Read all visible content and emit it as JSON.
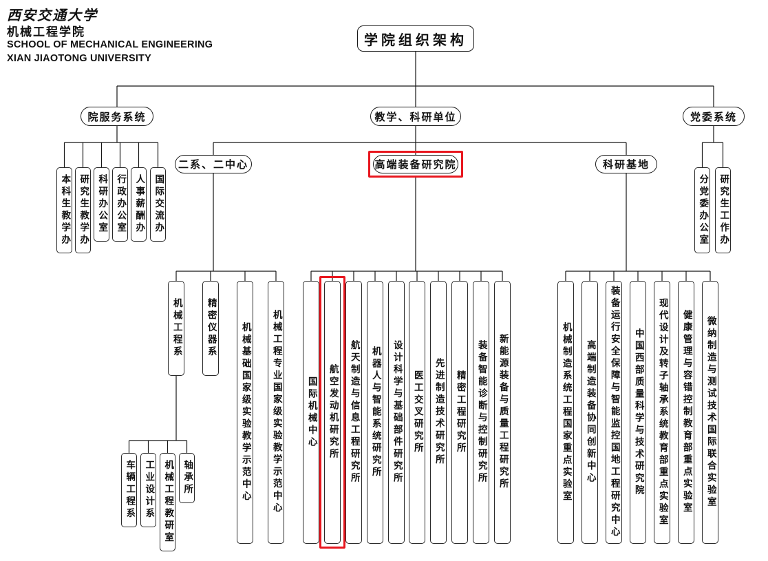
{
  "header": {
    "university_script": "西安交通大学",
    "school_cn": "机械工程学院",
    "school_en": "SCHOOL OF MECHANICAL ENGINEERING",
    "university_en": "XIAN JIAOTONG UNIVERSITY"
  },
  "chart_title": "学院组织架构",
  "colors": {
    "line": "#161616",
    "highlight_red": "#e8171f",
    "background": "#ffffff"
  },
  "org": {
    "service": {
      "label": "院服务系统",
      "children": [
        "本科生教学办",
        "研究生教学办",
        "科研办公室",
        "行政办公室",
        "人事薪酬办",
        "国际交流办"
      ]
    },
    "teaching": {
      "label": "教学、科研单位"
    },
    "party": {
      "label": "党委系统",
      "children": [
        "分党委办公室",
        "研究生工作办"
      ]
    },
    "two_depts": {
      "label": "二系、二中心",
      "children": [
        "机械工程系",
        "精密仪器系",
        "机械基础国家级实验教学示范中心",
        "机械工程专业国家级实验教学示范中心"
      ]
    },
    "mech_dept": {
      "children": [
        "车辆工程系",
        "工业设计系",
        "机械工程教研室",
        "轴承所"
      ]
    },
    "institute": {
      "label": "高端装备研究院",
      "highlighted": true,
      "highlighted_child": "航空发动机研究所",
      "children": [
        "国际机械中心",
        "航空发动机研究所",
        "航天制造与信息工程研究所",
        "机器人与智能系统研究所",
        "设计科学与基础部件研究所",
        "医工交叉研究所",
        "先进制造技术研究所",
        "精密工程研究所",
        "装备智能诊断与控制研究所",
        "新能源装备与质量工程研究所"
      ]
    },
    "bases": {
      "label": "科研基地",
      "children": [
        "机械制造系统工程国家重点实验室",
        "高端制造装备协同创新中心",
        "装备运行安全保障与智能监控国地工程研究中心",
        "中国西部质量科学与技术研究院",
        "现代设计及转子轴承系统教育部重点实验室",
        "健康管理与容错控制教育部重点实验室",
        "微纳制造与测试技术国际联合实验室"
      ]
    }
  }
}
